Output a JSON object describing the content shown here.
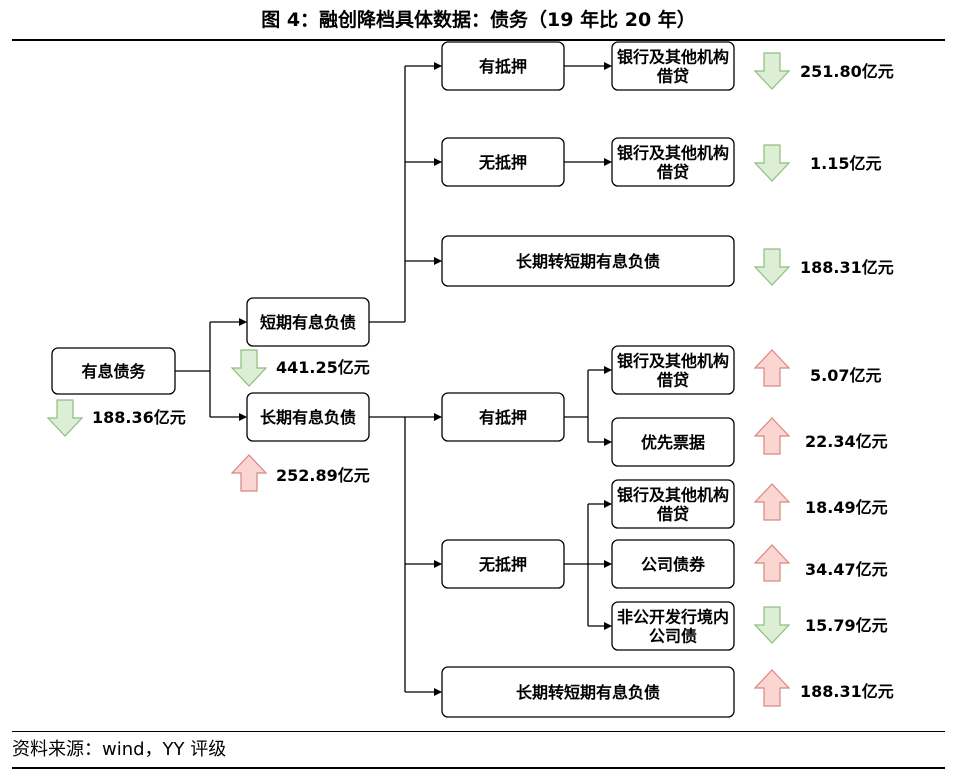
{
  "title": "图 4：融创降档具体数据：债务（19 年比 20 年）",
  "source": "资料来源：wind，YY 评级",
  "colors": {
    "down": "#dcefd6",
    "down_stroke": "#8cbf7a",
    "up": "#fbd5d1",
    "up_stroke": "#d98680",
    "line": "#000000"
  },
  "nodes": {
    "root": "有息债务",
    "short": "短期有息负债",
    "long": "长期有息负债",
    "s_secured": "有抵押",
    "s_unsecured": "无抵押",
    "s_transfer": "长期转短期有息负债",
    "s_secured_bank": [
      "银行及其他机构",
      "借贷"
    ],
    "s_unsecured_bank": [
      "银行及其他机构",
      "借贷"
    ],
    "l_secured": "有抵押",
    "l_unsecured": "无抵押",
    "l_transfer": "长期转短期有息负债",
    "l_secured_bank": [
      "银行及其他机构",
      "借贷"
    ],
    "l_secured_notes": "优先票据",
    "l_unsecured_bank": [
      "银行及其他机构",
      "借贷"
    ],
    "l_unsecured_bonds": "公司债券",
    "l_unsecured_private": [
      "非公开发行境内",
      "公司债"
    ]
  },
  "changes": {
    "root": {
      "value": "188.36亿元",
      "direction": "down"
    },
    "short": {
      "value": "441.25亿元",
      "direction": "down"
    },
    "long": {
      "value": "252.89亿元",
      "direction": "up"
    },
    "s_secured_bank": {
      "value": "251.80亿元",
      "direction": "down"
    },
    "s_unsecured_bank": {
      "value": "1.15亿元",
      "direction": "down"
    },
    "s_transfer": {
      "value": "188.31亿元",
      "direction": "down"
    },
    "l_secured_bank": {
      "value": "5.07亿元",
      "direction": "up"
    },
    "l_secured_notes": {
      "value": "22.34亿元",
      "direction": "up"
    },
    "l_unsecured_bank": {
      "value": "18.49亿元",
      "direction": "up"
    },
    "l_unsecured_bonds": {
      "value": "34.47亿元",
      "direction": "up"
    },
    "l_unsecured_private": {
      "value": "15.79亿元",
      "direction": "down"
    },
    "l_transfer": {
      "value": "188.31亿元",
      "direction": "up"
    }
  }
}
